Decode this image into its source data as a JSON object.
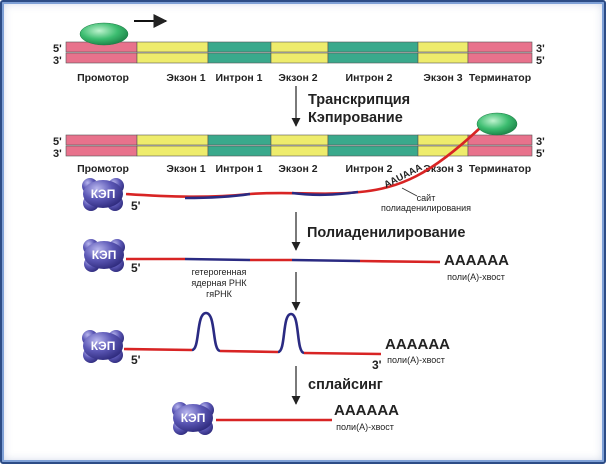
{
  "colors": {
    "promoter": "#e8728c",
    "exon": "#eeec6c",
    "intron": "#3aa98c",
    "terminator": "#e8728c",
    "mrna": "#d82424",
    "intron_rna": "#2a2a82",
    "cap": "#5a56b0",
    "polymerase": "#2fae62"
  },
  "ends": {
    "five": "5'",
    "three": "3'"
  },
  "segments": [
    "Промотор",
    "Экзон 1",
    "Интрон 1",
    "Экзон 2",
    "Интрон 2",
    "Экзон 3",
    "Терминатор"
  ],
  "steps": {
    "transcription": "Транскрипция",
    "capping": "Кэпирование",
    "polyadenylation": "Полиаденилирование",
    "splicing": "сплайсинг"
  },
  "cap_label": "КЭП",
  "poly_signal": "AAUAAA",
  "polyadenylation_site": [
    "сайт",
    "полиаденилирования"
  ],
  "pre_mrna_label": [
    "гетерогенная",
    "ядерная РНК",
    "гяРНК"
  ],
  "poly_a_tail": "AAAAAA",
  "poly_a_label": "поли(А)-хвост"
}
